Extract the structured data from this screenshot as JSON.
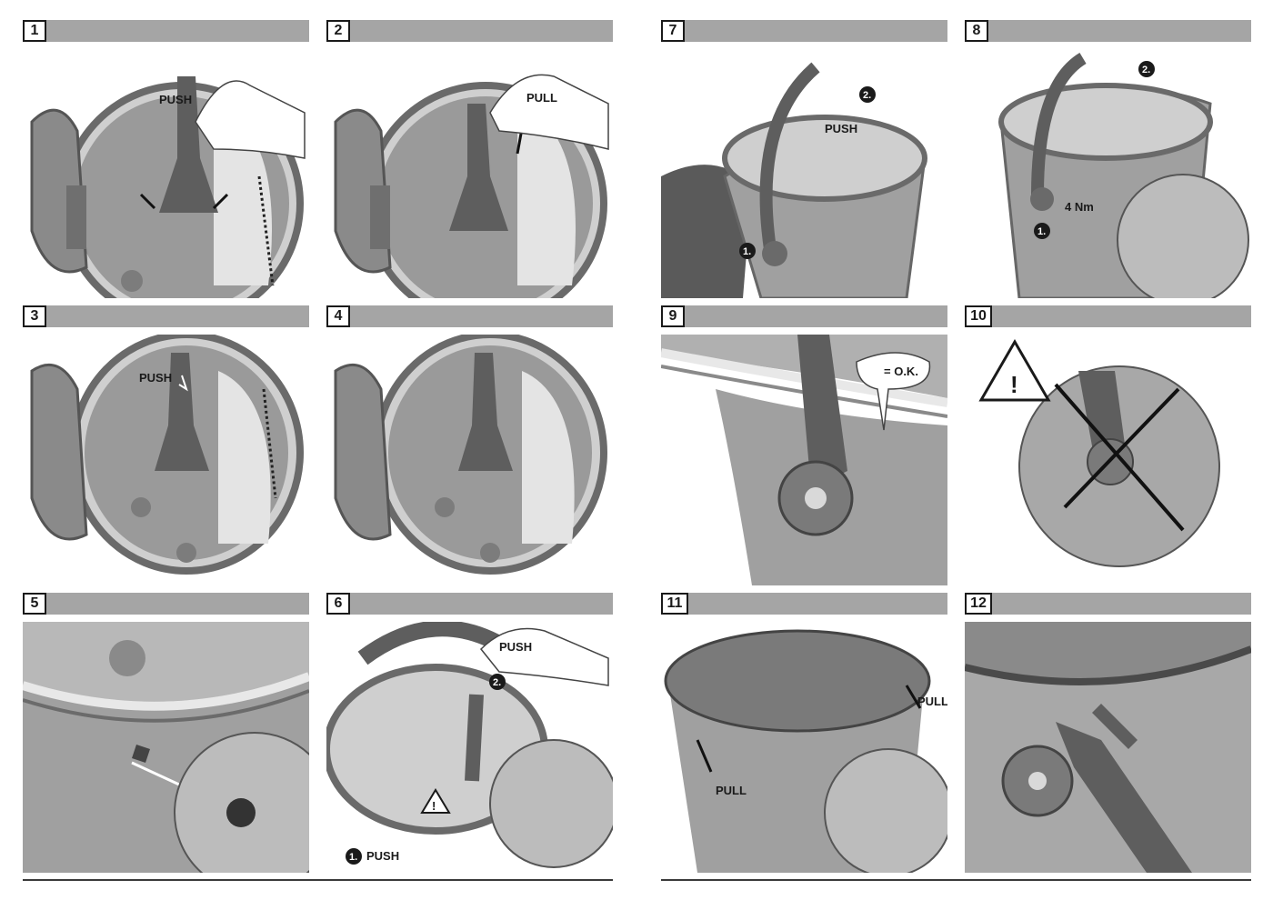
{
  "steps": [
    {
      "n": "1",
      "labels": {
        "push": "PUSH"
      }
    },
    {
      "n": "2",
      "labels": {
        "pull": "PULL"
      }
    },
    {
      "n": "3",
      "labels": {
        "push": "PUSH"
      }
    },
    {
      "n": "4",
      "labels": {}
    },
    {
      "n": "5",
      "labels": {}
    },
    {
      "n": "6",
      "labels": {
        "push_top": "PUSH",
        "marker2": "2.",
        "marker1": "1.",
        "push_bottom": "PUSH",
        "warn": "!"
      }
    },
    {
      "n": "7",
      "labels": {
        "marker2": "2.",
        "push": "PUSH",
        "marker1": "1."
      }
    },
    {
      "n": "8",
      "labels": {
        "marker2": "2.",
        "torque": "4 Nm",
        "marker1": "1."
      }
    },
    {
      "n": "9",
      "labels": {
        "ok": "= O.K."
      }
    },
    {
      "n": "10",
      "labels": {
        "warn": "!"
      }
    },
    {
      "n": "11",
      "labels": {
        "pull_right": "PULL",
        "pull_left": "PULL"
      }
    },
    {
      "n": "12",
      "labels": {}
    }
  ],
  "colors": {
    "header_bar": "#a5a5a5",
    "ink": "#1a1a1a",
    "bucket_gray": "#8a8a8a",
    "light_gray": "#d6d6d6"
  }
}
